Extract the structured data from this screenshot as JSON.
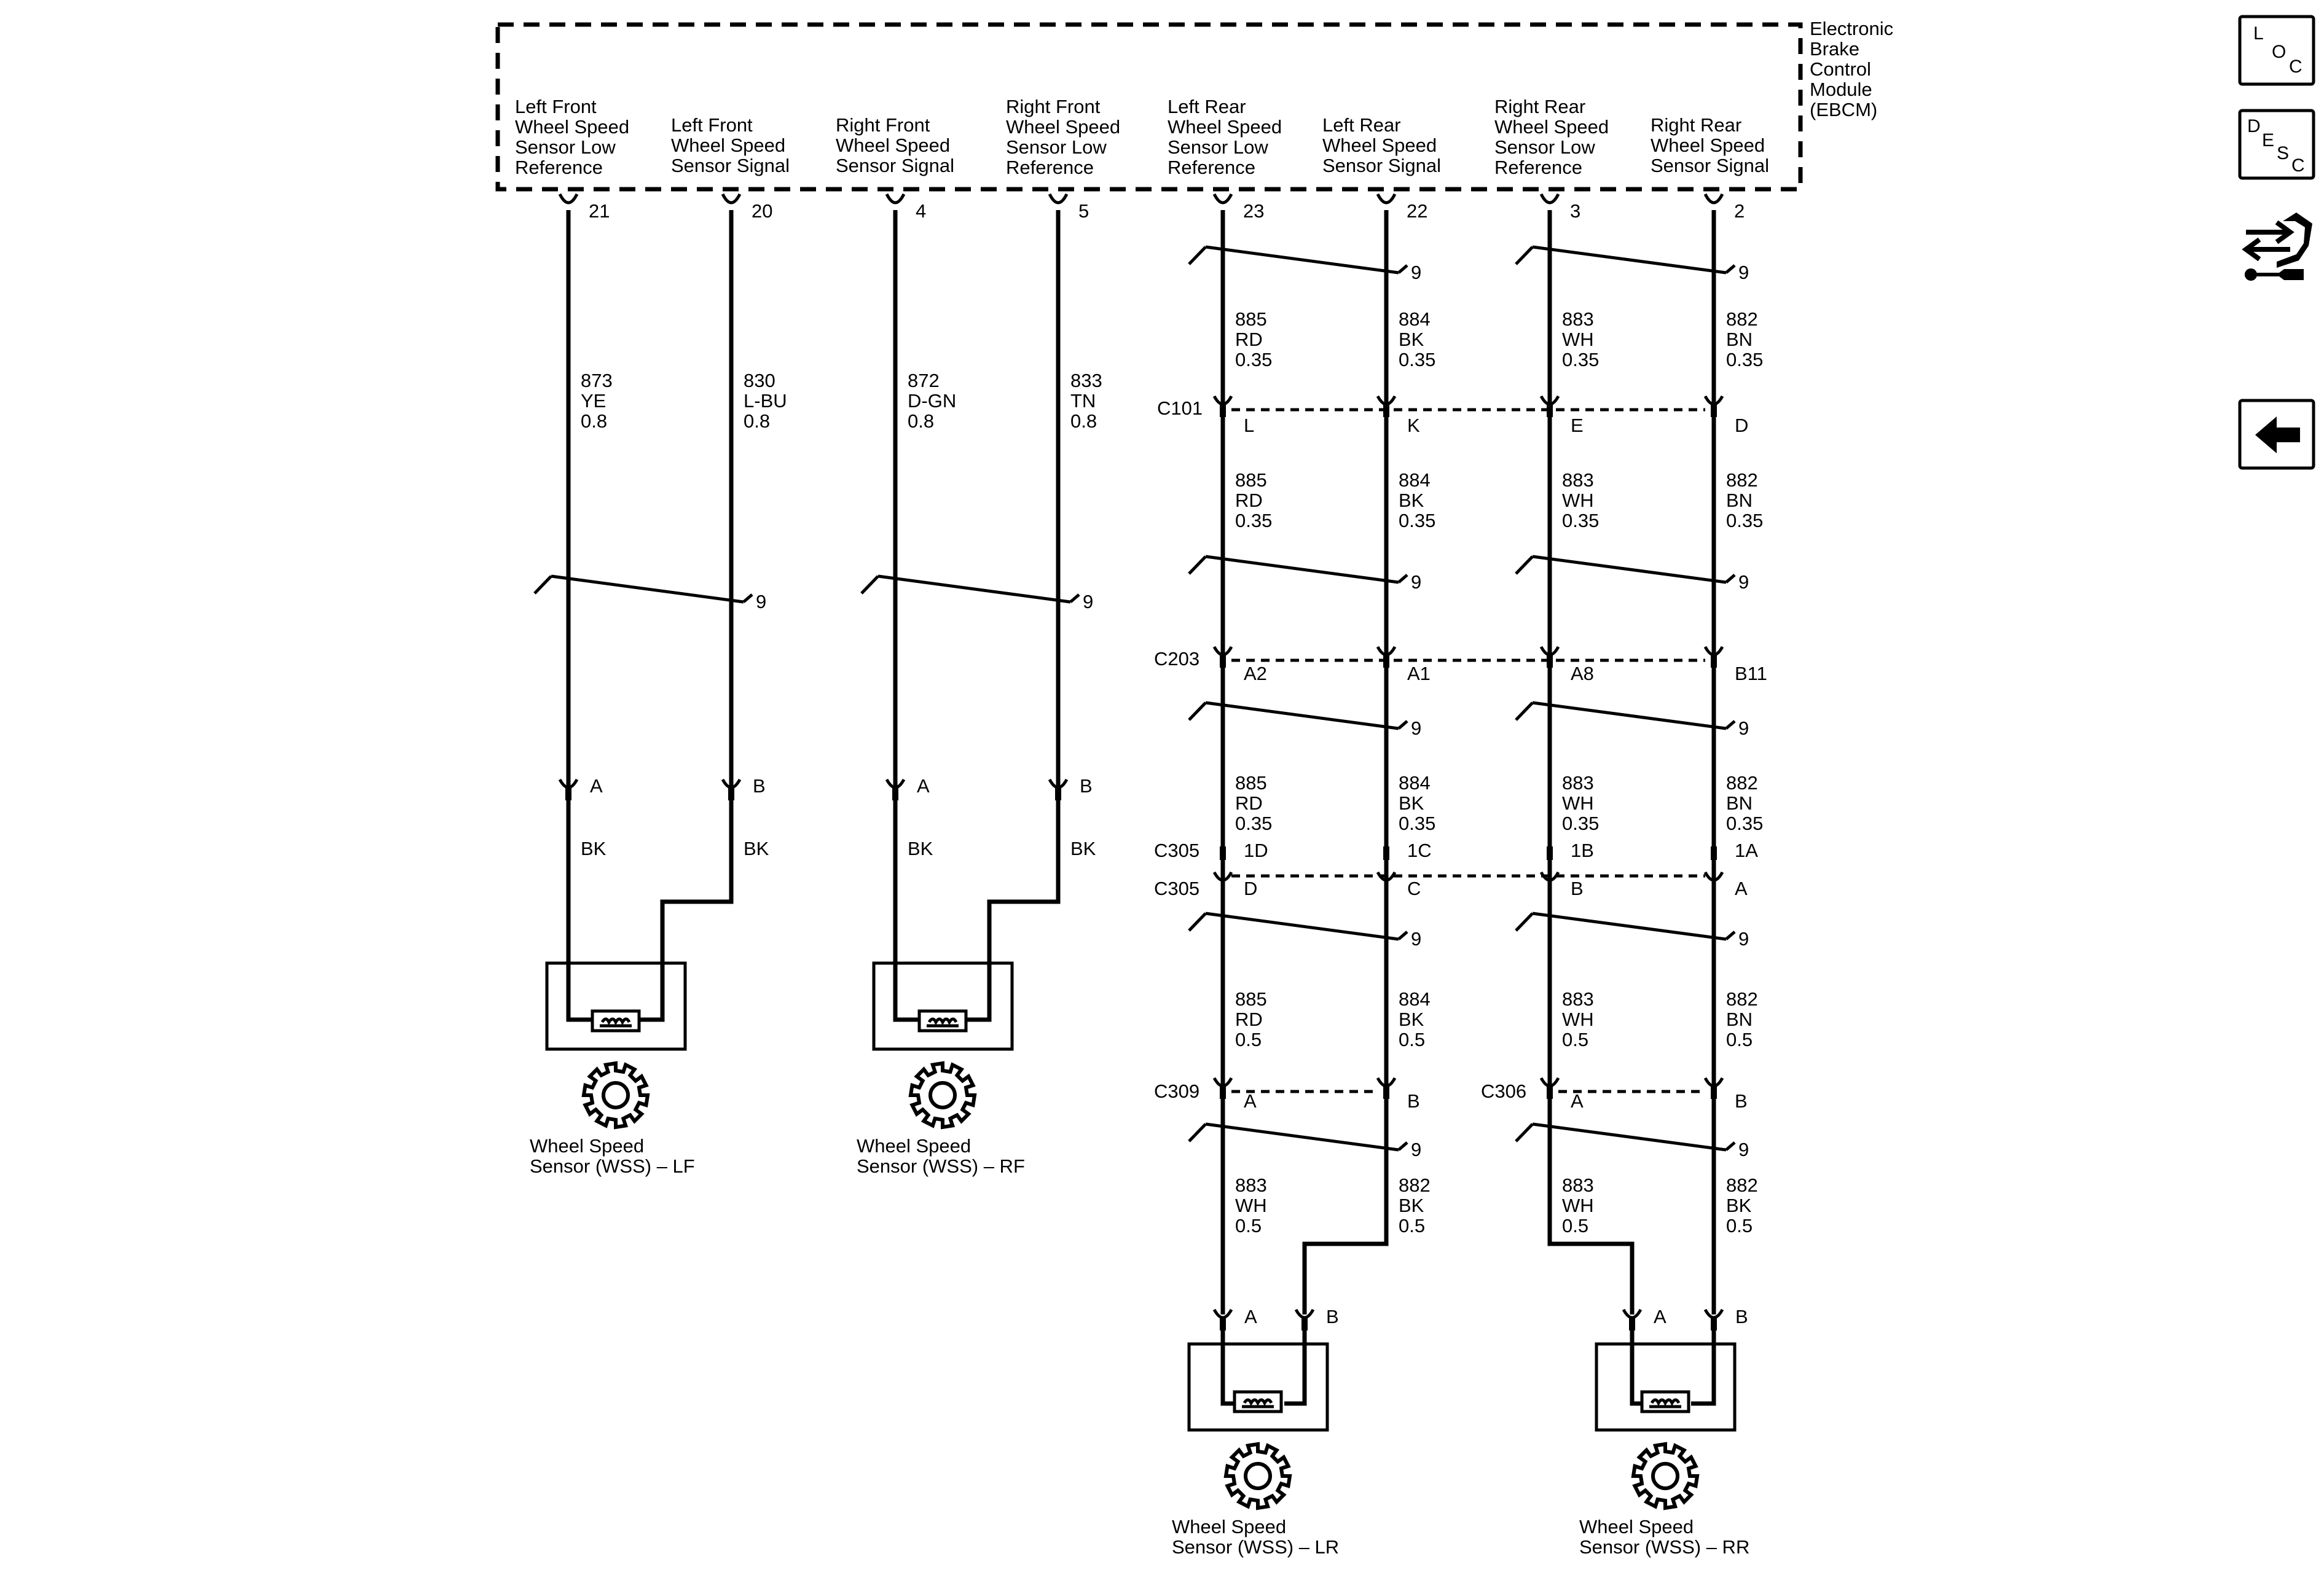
{
  "module": {
    "name": [
      "Electronic",
      "Brake",
      "Control",
      "Module",
      "(EBCM)"
    ]
  },
  "pins": [
    {
      "pin": "21",
      "label": [
        "Left Front",
        "Wheel Speed",
        "Sensor Low",
        "Reference"
      ]
    },
    {
      "pin": "20",
      "label": [
        "Left Front",
        "Wheel Speed",
        "Sensor Signal"
      ]
    },
    {
      "pin": "4",
      "label": [
        "Right Front",
        "Wheel Speed",
        "Sensor Signal"
      ]
    },
    {
      "pin": "5",
      "label": [
        "Right Front",
        "Wheel Speed",
        "Sensor Low",
        "Reference"
      ]
    },
    {
      "pin": "23",
      "label": [
        "Left Rear",
        "Wheel Speed",
        "Sensor Low",
        "Reference"
      ]
    },
    {
      "pin": "22",
      "label": [
        "Left Rear",
        "Wheel Speed",
        "Sensor Signal"
      ]
    },
    {
      "pin": "3",
      "label": [
        "Right Rear",
        "Wheel Speed",
        "Sensor Low",
        "Reference"
      ]
    },
    {
      "pin": "2",
      "label": [
        "Right Rear",
        "Wheel Speed",
        "Sensor Signal"
      ]
    }
  ],
  "twist_label": "9",
  "front_wires": [
    {
      "circuit": "873",
      "color": "YE",
      "size": "0.8",
      "sensor_pin": "A",
      "lead": "BK"
    },
    {
      "circuit": "830",
      "color": "L-BU",
      "size": "0.8",
      "sensor_pin": "B",
      "lead": "BK"
    },
    {
      "circuit": "872",
      "color": "D-GN",
      "size": "0.8",
      "sensor_pin": "A",
      "lead": "BK"
    },
    {
      "circuit": "833",
      "color": "TN",
      "size": "0.8",
      "sensor_pin": "B",
      "lead": "BK"
    }
  ],
  "rear_wires": [
    {
      "circuit": "885",
      "color": "RD",
      "size_a": "0.35",
      "size_b": "0.5"
    },
    {
      "circuit": "884",
      "color": "BK",
      "size_a": "0.35",
      "size_b": "0.5"
    },
    {
      "circuit": "883",
      "color": "WH",
      "size_a": "0.35",
      "size_b": "0.5"
    },
    {
      "circuit": "882",
      "color": "BN",
      "size_a": "0.35",
      "size_b": "0.5"
    }
  ],
  "rear_final_wires": [
    {
      "circuit": "883",
      "color": "WH",
      "size": "0.5"
    },
    {
      "circuit": "882",
      "color": "BK",
      "size": "0.5"
    },
    {
      "circuit": "883",
      "color": "WH",
      "size": "0.5"
    },
    {
      "circuit": "882",
      "color": "BK",
      "size": "0.5"
    }
  ],
  "connectors": {
    "c101": {
      "name": "C101",
      "pins": [
        "L",
        "K",
        "E",
        "D"
      ]
    },
    "c203": {
      "name": "C203",
      "pins": [
        "A2",
        "A1",
        "A8",
        "B11"
      ]
    },
    "c305a": {
      "name": "C305",
      "pins": [
        "1D",
        "1C",
        "1B",
        "1A"
      ]
    },
    "c305b": {
      "name": "C305",
      "pins": [
        "D",
        "C",
        "B",
        "A"
      ]
    },
    "c309": {
      "name": "C309",
      "pins": [
        "A",
        "B"
      ]
    },
    "c306": {
      "name": "C306",
      "pins": [
        "A",
        "B"
      ]
    }
  },
  "rear_sensor_pins": [
    "A",
    "B",
    "A",
    "B"
  ],
  "sensors": [
    {
      "label": [
        "Wheel Speed",
        "Sensor (WSS) – LF"
      ]
    },
    {
      "label": [
        "Wheel Speed",
        "Sensor (WSS) – RF"
      ]
    },
    {
      "label": [
        "Wheel Speed",
        "Sensor (WSS) – LR"
      ]
    },
    {
      "label": [
        "Wheel Speed",
        "Sensor (WSS) – RR"
      ]
    }
  ],
  "sidebar": {
    "loc": [
      "L",
      "O",
      "C"
    ],
    "desc": [
      "D",
      "E",
      "S",
      "C"
    ],
    "nav_icon": "wrench-arrows-icon",
    "back_icon": "arrow-left-icon"
  }
}
